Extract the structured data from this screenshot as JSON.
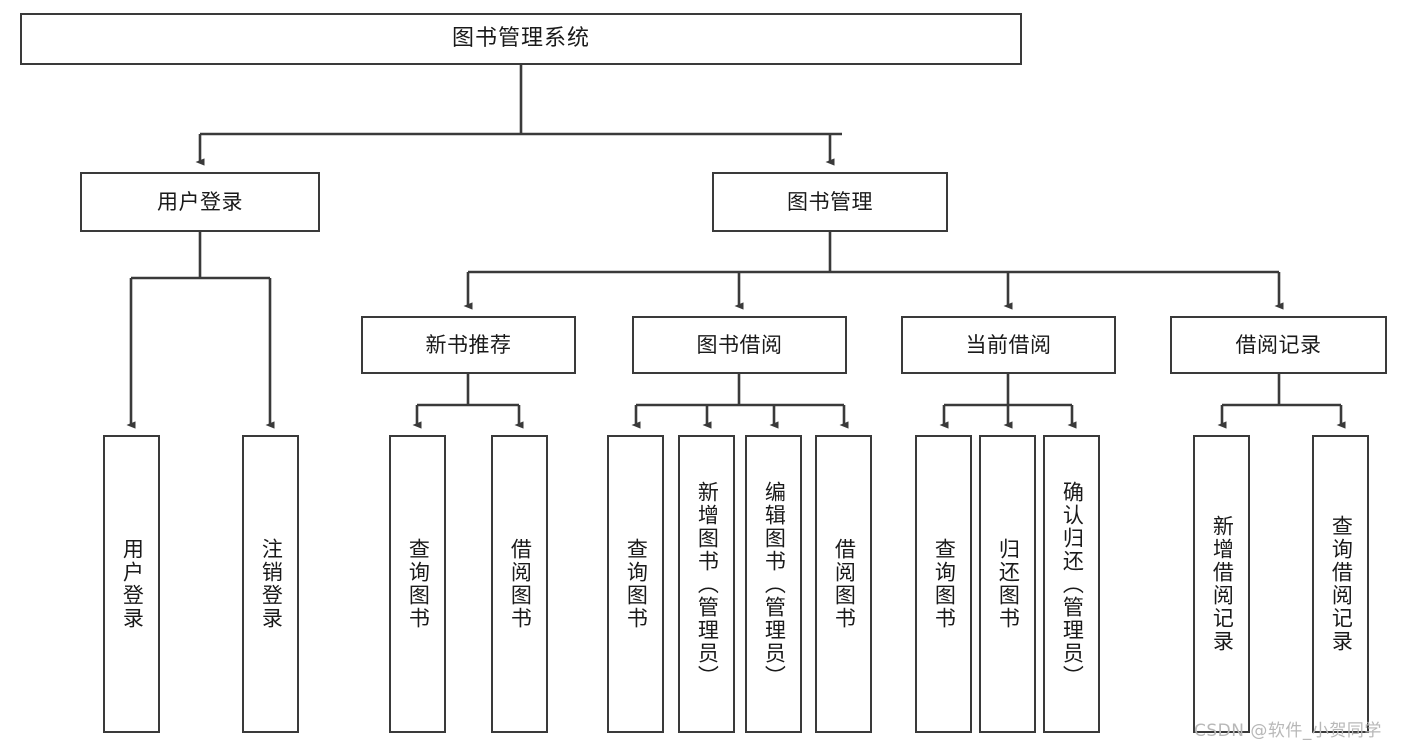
{
  "diagram": {
    "title": "图书管理系统",
    "type": "hierarchy-tree",
    "background_color": "#ffffff",
    "border_color": "#3a3a3a",
    "text_color": "#1a1a1a"
  },
  "nodes": {
    "root": {
      "label": "图书管理系统"
    },
    "level2": [
      {
        "label": "用户登录"
      },
      {
        "label": "图书管理"
      }
    ],
    "level3": [
      {
        "label": "新书推荐"
      },
      {
        "label": "图书借阅"
      },
      {
        "label": "当前借阅"
      },
      {
        "label": "借阅记录"
      }
    ],
    "leaves_user_login": [
      {
        "label": "用户登录"
      },
      {
        "label": "注销登录"
      }
    ],
    "leaves_new_book": [
      {
        "label": "查询图书"
      },
      {
        "label": "借阅图书"
      }
    ],
    "leaves_borrow": [
      {
        "label": "查询图书"
      },
      {
        "label": "新增图书（管理员）"
      },
      {
        "label": "编辑图书（管理员）"
      },
      {
        "label": "借阅图书"
      }
    ],
    "leaves_current": [
      {
        "label": "查询图书"
      },
      {
        "label": "归还图书"
      },
      {
        "label": "确认归还（管理员）"
      }
    ],
    "leaves_records": [
      {
        "label": "新增借阅记录"
      },
      {
        "label": "查询借阅记录"
      }
    ]
  },
  "watermark": {
    "text": "CSDN @软件_小贺同学",
    "color": "#b8b8b8"
  }
}
